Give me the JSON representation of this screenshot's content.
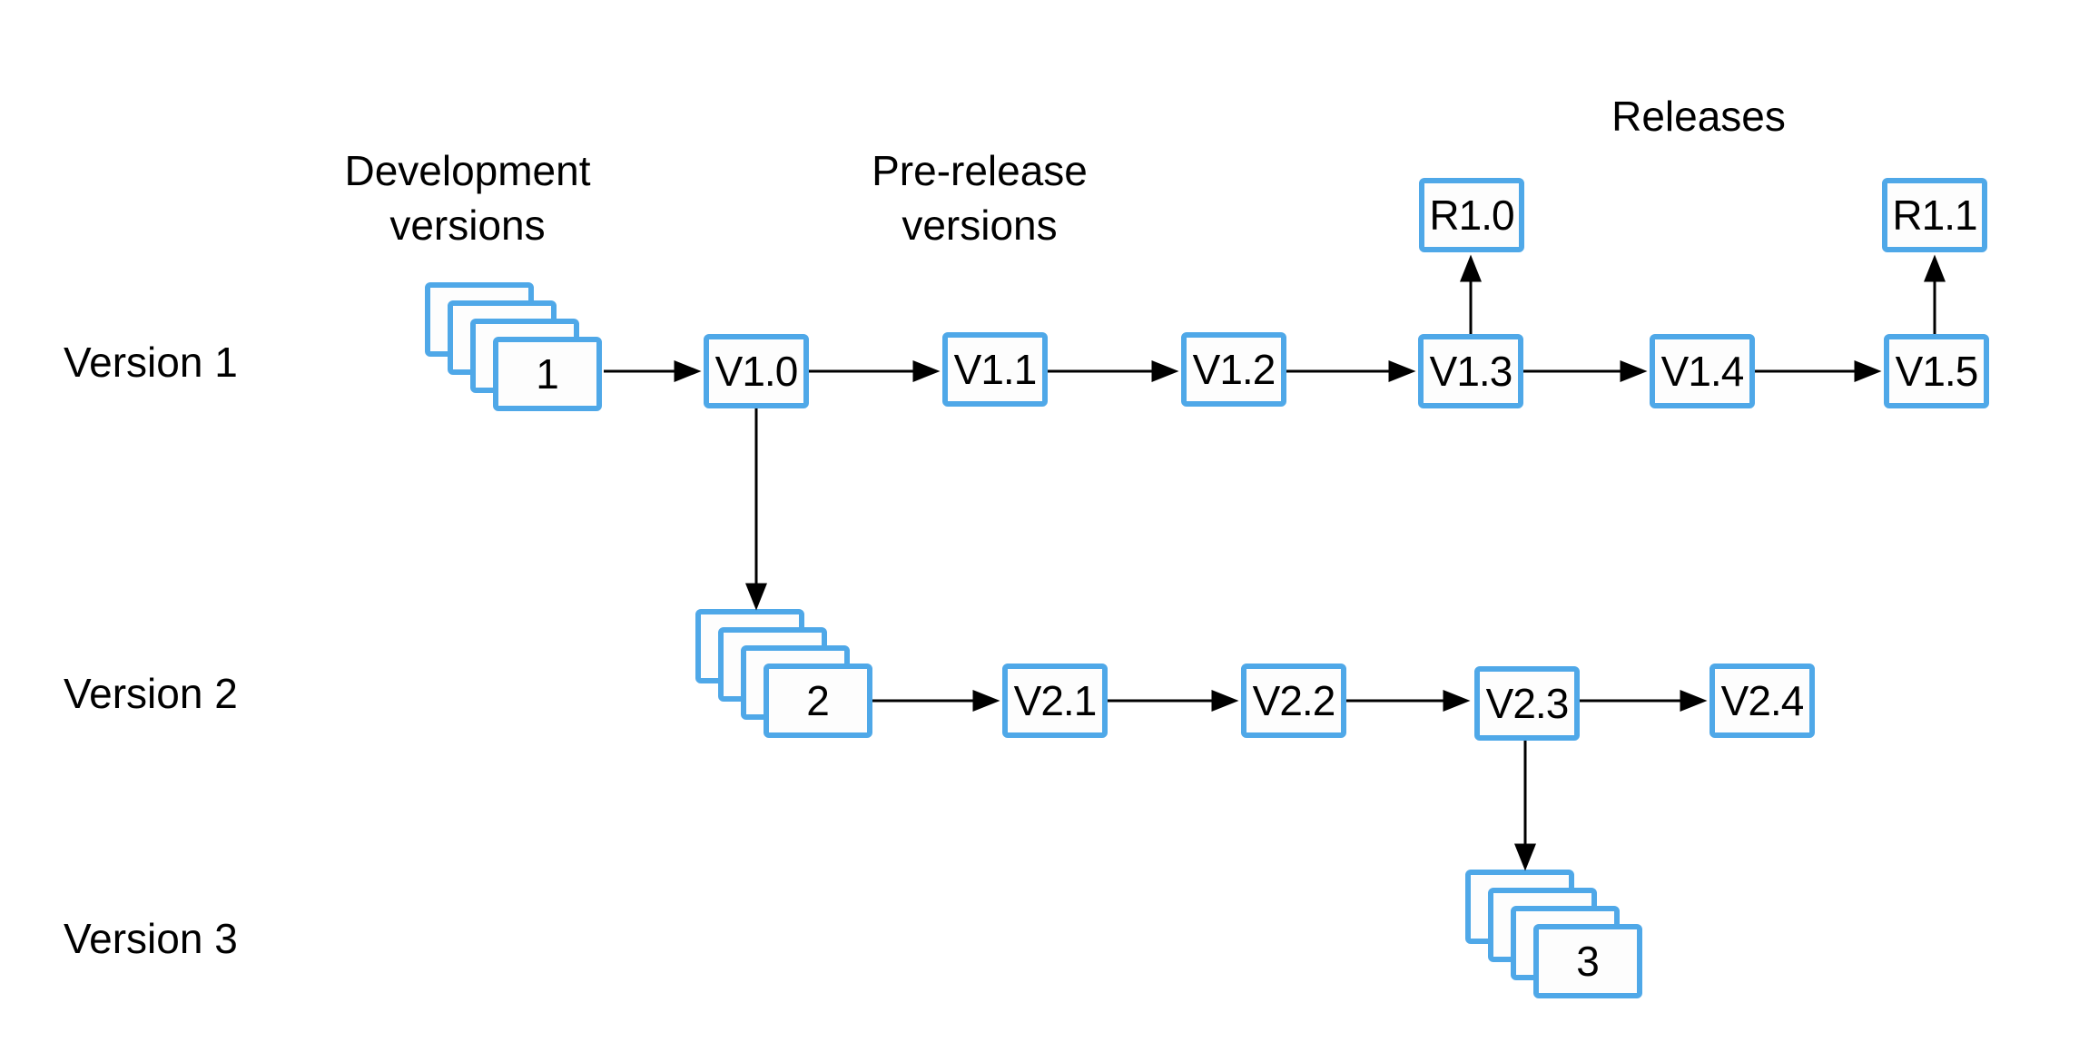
{
  "diagram": {
    "column_headers": {
      "development": "Development versions",
      "prerelease": "Pre-release versions",
      "releases": "Releases"
    },
    "row_labels": [
      "Version 1",
      "Version 2",
      "Version 3"
    ],
    "stacks": [
      {
        "id": "dev-stack-1",
        "label": "1"
      },
      {
        "id": "dev-stack-2",
        "label": "2"
      },
      {
        "id": "dev-stack-3",
        "label": "3"
      }
    ],
    "nodes": {
      "v1": [
        "V1.0",
        "V1.1",
        "V1.2",
        "V1.3",
        "V1.4",
        "V1.5"
      ],
      "releases": [
        "R1.0",
        "R1.1"
      ],
      "v2": [
        "V2.1",
        "V2.2",
        "V2.3",
        "V2.4"
      ]
    },
    "edges": [
      {
        "from": "dev-stack-1",
        "to": "V1.0"
      },
      {
        "from": "V1.0",
        "to": "V1.1"
      },
      {
        "from": "V1.1",
        "to": "V1.2"
      },
      {
        "from": "V1.2",
        "to": "V1.3"
      },
      {
        "from": "V1.3",
        "to": "V1.4"
      },
      {
        "from": "V1.4",
        "to": "V1.5"
      },
      {
        "from": "V1.3",
        "to": "R1.0"
      },
      {
        "from": "V1.5",
        "to": "R1.1"
      },
      {
        "from": "V1.0",
        "to": "dev-stack-2"
      },
      {
        "from": "dev-stack-2",
        "to": "V2.1"
      },
      {
        "from": "V2.1",
        "to": "V2.2"
      },
      {
        "from": "V2.2",
        "to": "V2.3"
      },
      {
        "from": "V2.3",
        "to": "V2.4"
      },
      {
        "from": "V2.3",
        "to": "dev-stack-3"
      }
    ],
    "colors": {
      "node_border": "#4FA8E8",
      "node_fill": "#FDFDFD",
      "arrow": "#000000",
      "text": "#000000",
      "background": "#FFFFFF"
    }
  }
}
